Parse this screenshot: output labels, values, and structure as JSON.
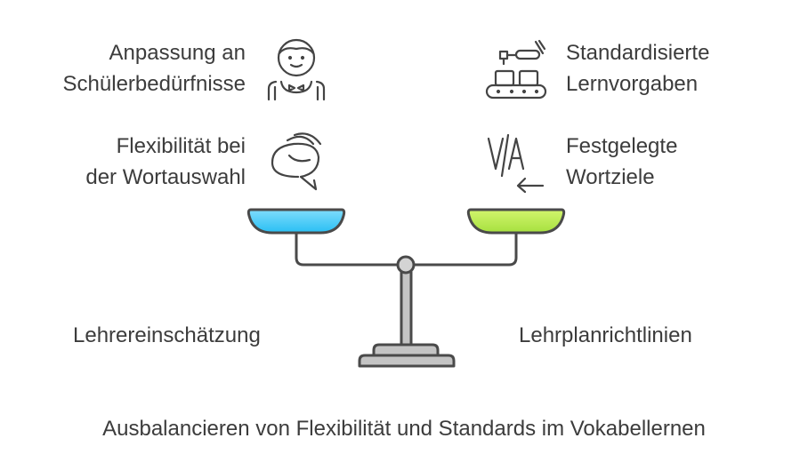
{
  "left": {
    "title": "Lehrereinschätzung",
    "items": [
      {
        "line1": "Anpassung an",
        "line2": "Schülerbedürfnisse",
        "icon": "teacher-icon"
      },
      {
        "line1": "Flexibilität bei",
        "line2": "der Wortauswahl",
        "icon": "speech-bubbles-icon"
      }
    ],
    "pan_color": "#4cc9f6"
  },
  "right": {
    "title": "Lehrplanrichtlinien",
    "items": [
      {
        "line1": "Standardisierte",
        "line2": "Lernvorgaben",
        "icon": "conveyor-belt-icon"
      },
      {
        "line1": "Festgelegte",
        "line2": "Wortziele",
        "icon": "vocabulary-translation-icon"
      }
    ],
    "pan_color": "#b5e94d"
  },
  "caption": "Ausbalancieren von Flexibilität und Standards im Vokabellernen"
}
